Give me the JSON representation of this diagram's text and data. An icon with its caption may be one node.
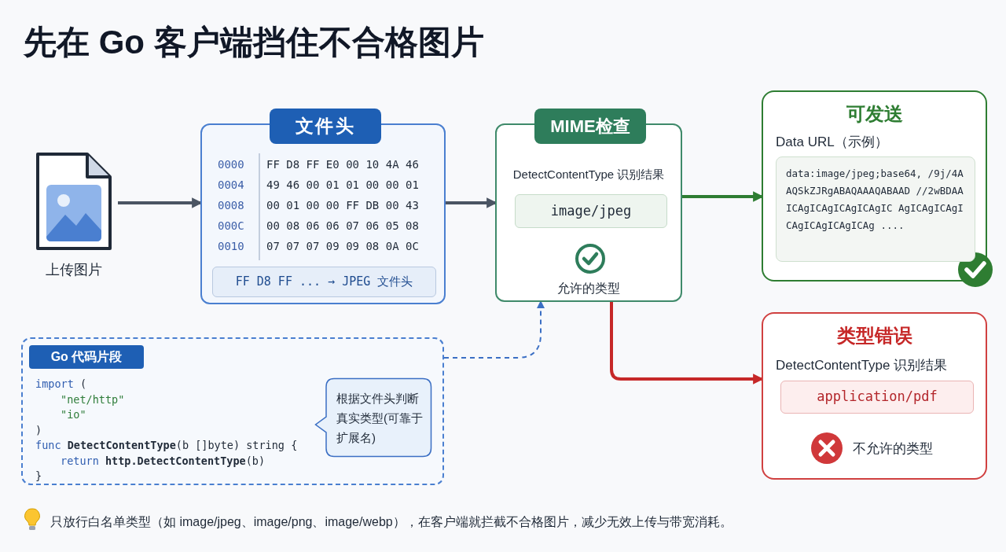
{
  "diagram": {
    "title": "先在 Go 客户端挡住不合格图片",
    "nodes": [
      {
        "text": [
          "上传图片"
        ]
      },
      {
        "text": [
          "文件头"
        ]
      },
      {
        "text": [
          "FF D8 FF ... → JPEG 文件头"
        ],
        "in": 1
      },
      {
        "text": [
          "MIME检查",
          "DetectContentType 识别结果",
          "允许的类型"
        ]
      },
      {
        "text": [
          "image/jpeg"
        ],
        "in": 3
      },
      {
        "text": [
          "可发送",
          "Data URL（示例）"
        ]
      },
      {
        "text": [
          "data:image/jpeg;base64, /9j/4AAQSkZJRgABAQAAAQABAAD //2wBDAAICAgICAgICAgICAgIC AgICAgICAgICAgICAgICAgICAg ...."
        ],
        "in": 5
      },
      {
        "text": [
          "类型错误",
          "DetectContentType 识别结果",
          "不允许的类型"
        ]
      },
      {
        "text": [
          "application/pdf"
        ],
        "in": 7
      },
      {
        "text": [
          "Go 代码片段"
        ]
      },
      {
        "text": [
          "根据文件头判断真实类型(可靠于扩展名)"
        ],
        "in": 9
      }
    ],
    "edges": [
      {
        "from": 0,
        "to": 1,
        "arrow": "to"
      },
      {
        "from": 1,
        "to": 3,
        "arrow": "to"
      },
      {
        "from": 3,
        "to": 5,
        "arrow": "to",
        "color": "#2e7d32"
      },
      {
        "from": 3,
        "to": 7,
        "arrow": "to",
        "color": "#c62828"
      },
      {
        "from": 9,
        "to": 3,
        "arrow": "to",
        "style": "dashed",
        "color": "#3b6fc4"
      }
    ],
    "labels": [
      "0000",
      "FF D8 FF E0 00 10 4A 46",
      "0004",
      "49 46 00 01 01 00 00 01",
      "0008",
      "00 01 00 00 FF DB 00 43",
      "000C",
      "00 08 06 06 07 06 05 08",
      "0010",
      "07 07 07 09 09 08 0A 0C",
      "import (",
      "\"net/http\"",
      "\"io\"",
      ")",
      "func **DetectContentType**(b []byte) string {",
      "return **http.DetectContentType**(b)",
      "}",
      "只放行白名单类型（如 image/jpeg、image/png、image/webp），在客户端就拦截不合格图片，减少无效上传与带宽消耗。"
    ]
  }
}
